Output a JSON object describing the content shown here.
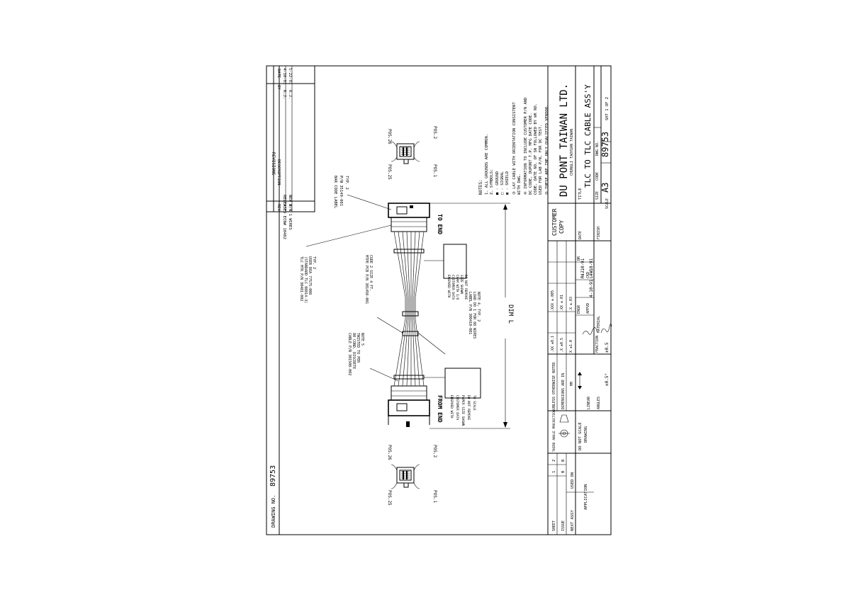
{
  "drawing_number": "89753",
  "revisions": {
    "header": "REVISIONS",
    "cols": [
      "REV",
      "DESCRIPTION",
      "BY",
      "DATE"
    ],
    "rows": [
      {
        "rev": "A",
        "desc": "RELEASED ECN# 10482",
        "by": "R.J.",
        "date": "4-10-91"
      },
      {
        "rev": "B",
        "desc": "NEW P/N 1 WIRES",
        "by": "R.J.",
        "date": "5-22-91"
      }
    ]
  },
  "connector_top": {
    "pos_a": "POS.26",
    "pos_b": "POS.2",
    "pos_c": "POS.25",
    "pos_d": "POS.1"
  },
  "connector_bottom": {
    "pos_a": "POS.26",
    "pos_b": "POS.2",
    "pos_c": "POS.25",
    "pos_d": "POS.1"
  },
  "labels": {
    "to_end": "TO END",
    "from_end": "FROM END",
    "dim": "DIM L",
    "bar_code": [
      "BAR CODE LABEL",
      "P/N 35149-001",
      "TYP. 2"
    ],
    "tlc_mtr": [
      "TLC MTR P/N 90481-002",
      "(STANDARD TLC 88814-3)",
      "USER ROA 77575-008",
      "TYP. 2"
    ],
    "cable": [
      "CABLE P/N 301500-002",
      "80 COND. DISCRETE",
      "TWISTED TO PER",
      "NOTE 5"
    ],
    "mtpe": [
      "MTPE PCB P/N 301450-001",
      "CUDE 2 SIZE 4 FT."
    ],
    "label_pn": [
      "LABEL P/N 300410-001",
      "LOAD DO 1 FOR 88 WIRES",
      "NOTE 4, TYP. 2"
    ],
    "box_top": [
      "ENGRVED WITH",
      "CUSTOMER DATA",
      "CHAM WITH 1/8",
      "SIZE SHOWN",
      "DO NOT REMOVE"
    ],
    "box_bottom": [
      "ENGRVED WITH",
      "CUSTOMER DATA",
      "PAPER SIZE SHOWN",
      "DO NOT REMOVE",
      "TO SCALE"
    ]
  },
  "notes": {
    "title": "NOTES:",
    "lines": [
      "1. ALL GROUNDS ARE COMMON.",
      "2. SYMBOLS:",
      "   ■ - GROUND",
      "   □ - SIGNAL",
      "   ▣ - SHIELD",
      "③ LAY CABLE WITH ORIENTATION CONSISTENT",
      "   WITH DWG.",
      "④ INFORMATION TO INCLUDE CUSTOMER P/N AND",
      "   DC CODE, DUPONT T.P. MFG DATE CODE.",
      "   CODE, DATE NO. OF SN FOLLOWED BY WK NO.",
      "   USED FOR LAB P/N, FOR DC TEST.",
      "⑤ THESE ARE THE ONLY QUALIFIED VENDOR."
    ]
  },
  "title_block": {
    "company": "DU PONT TAIWAN LTD.",
    "location": "CHUNGLI TAOYUAN TAIWAN",
    "title_label": "TITLE",
    "title": "TLC TO TLC CABLE ASS'Y",
    "size_label": "SIZE",
    "code_label": "CODE",
    "dwg_label": "DWG NO.",
    "size": "A3",
    "dwg_no": "89753",
    "scale_label": "SCALE",
    "sheet": "SHT 1 OF 2",
    "customer_copy": [
      "CUSTOMER",
      "COPY"
    ],
    "date_label": "DATE",
    "finish_label": "FINISH",
    "material_label": "MATERIAL",
    "approvals": [
      {
        "role": "DR",
        "name": "R.J.",
        "date": "4-10-91"
      },
      {
        "role": "CKD",
        "name": "L.W.",
        "date": "4-10-91"
      },
      {
        "role": "ENGR",
        "name": "",
        "date": ""
      },
      {
        "role": "APPVD",
        "name": "",
        "date": "4-10-91"
      }
    ],
    "tolerance": {
      "header": "UNLESS OTHERWISE NOTED",
      "note": "DIMENSIONS ARE IN",
      "unit": "MM",
      "angles_label": "ANGLES",
      "angles": "±0.5°",
      "linear_label": "LINEAR",
      "fraction_label": "FRACTION",
      "fraction": "±0.5",
      "mm_values": [
        ".XX ±0.1",
        ".X ±0.5",
        "X ±1.0"
      ],
      "inch_values": [
        ".XXX ±.005",
        ".XX ±.01",
        ".X ±.03"
      ]
    },
    "third_angle": "THIRD ANGLE PROJECTION",
    "do_not_scale": [
      "DO NOT SCALE",
      "DRAWING"
    ],
    "issue_rows": [
      {
        "label": "SHEET",
        "vals": [
          "1",
          "2"
        ]
      },
      {
        "label": "ISSUE",
        "vals": [
          "B",
          "B"
        ]
      }
    ],
    "next_assy": "NEXT ASSY",
    "used_on": "USED ON",
    "application": "APPLICATION",
    "drawing_no_label": "DRAWING NO."
  }
}
